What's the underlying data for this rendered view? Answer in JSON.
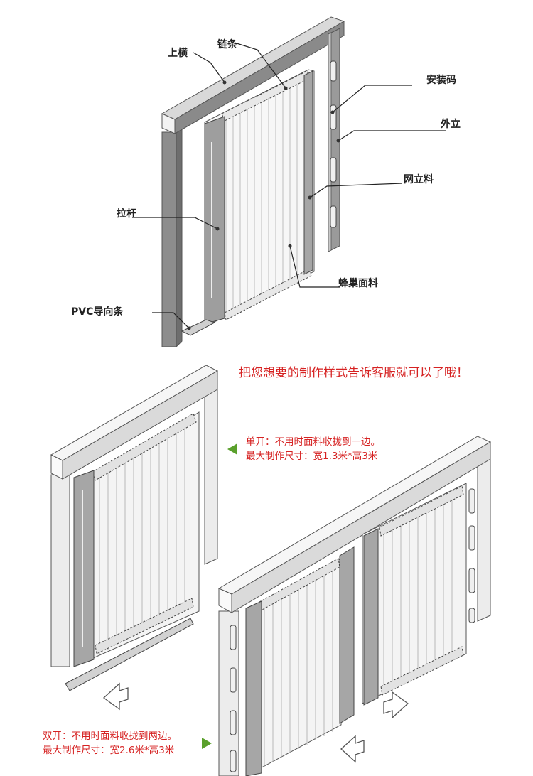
{
  "labels": {
    "top_rail": "上横",
    "chain": "链条",
    "mounting_clip": "安装码",
    "outer_post": "外立",
    "mesh_post": "网立料",
    "pull_bar": "拉杆",
    "honeycomb_fabric": "蜂巢面料",
    "pvc_guide": "PVC导向条"
  },
  "headline": "把您想要的制作样式告诉客服就可以了哦！",
  "single": {
    "line1": "单开：不用时面料收拢到一边。",
    "line2": "最大制作尺寸：宽1.3米*高3米"
  },
  "double": {
    "line1": "双开：不用时面料收拢到两边。",
    "line2": "最大制作尺寸：宽2.6米*高3米"
  },
  "colors": {
    "frame_dark": "#8a8a8a",
    "frame_light": "#e6e6e6",
    "note_red": "#d62222",
    "arrow_green": "#5aa02c"
  }
}
